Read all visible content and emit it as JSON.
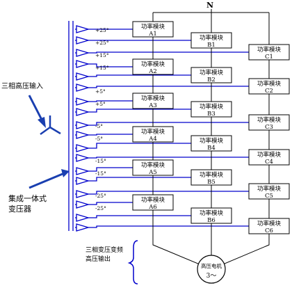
{
  "neutral_label": "N",
  "input_label": "三相高压输入",
  "transformer_label": [
    "集成一体式",
    "变压器"
  ],
  "output_label": [
    "三相变压变频",
    "高压输出"
  ],
  "motor": {
    "line1": "高压电机",
    "line2": "3～"
  },
  "module_text": "功率模块",
  "modules": {
    "A": [
      "A1",
      "A2",
      "A3",
      "A4",
      "A5",
      "A6"
    ],
    "B": [
      "B1",
      "B2",
      "B3",
      "B4",
      "B5",
      "B6"
    ],
    "C": [
      "C1",
      "C2",
      "C3",
      "C4",
      "C5",
      "C6"
    ]
  },
  "phase_angles": [
    "+25°",
    "+25°",
    "+15°",
    "+15°",
    "+5°",
    "+5°",
    "-5°",
    "-5°",
    "-15°",
    "-15°",
    "-25°",
    "-25°"
  ],
  "colors": {
    "wire": "#0000cc",
    "line": "#000000",
    "arrow": "#1a3fb0"
  }
}
